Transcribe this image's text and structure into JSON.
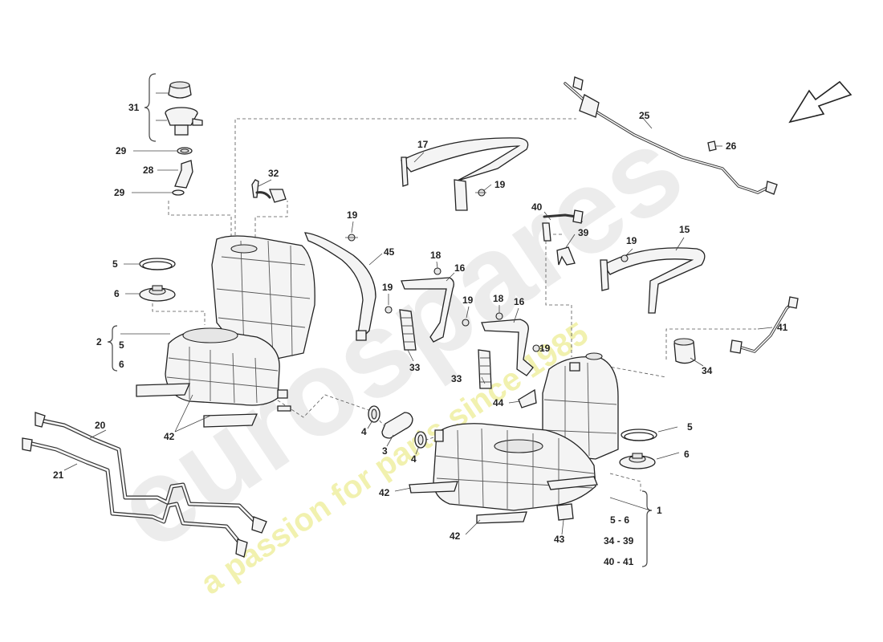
{
  "watermark": {
    "brand": "eurospares",
    "tagline": "a passion for parts since 1985",
    "brand_color": "#e4e4e4",
    "tagline_color": "#ecec9a"
  },
  "direction_arrow": "arrow-icon",
  "callouts": [
    {
      "id": "c31",
      "text": "31"
    },
    {
      "id": "c29a",
      "text": "29"
    },
    {
      "id": "c28",
      "text": "28"
    },
    {
      "id": "c29b",
      "text": "29"
    },
    {
      "id": "c32",
      "text": "32"
    },
    {
      "id": "c17",
      "text": "17"
    },
    {
      "id": "c19a",
      "text": "19"
    },
    {
      "id": "c25",
      "text": "25"
    },
    {
      "id": "c26",
      "text": "26"
    },
    {
      "id": "c19b",
      "text": "19"
    },
    {
      "id": "c45",
      "text": "45"
    },
    {
      "id": "c18a",
      "text": "18"
    },
    {
      "id": "c16a",
      "text": "16"
    },
    {
      "id": "c19c",
      "text": "19"
    },
    {
      "id": "c19d",
      "text": "19"
    },
    {
      "id": "c18b",
      "text": "18"
    },
    {
      "id": "c16b",
      "text": "16"
    },
    {
      "id": "c40",
      "text": "40"
    },
    {
      "id": "c39",
      "text": "39"
    },
    {
      "id": "c19e",
      "text": "19"
    },
    {
      "id": "c15",
      "text": "15"
    },
    {
      "id": "c5a",
      "text": "5"
    },
    {
      "id": "c6a",
      "text": "6"
    },
    {
      "id": "c2",
      "text": "2"
    },
    {
      "id": "c2_5",
      "text": "5"
    },
    {
      "id": "c2_6",
      "text": "6"
    },
    {
      "id": "c41",
      "text": "41"
    },
    {
      "id": "c34",
      "text": "34"
    },
    {
      "id": "c33a",
      "text": "33"
    },
    {
      "id": "c19f",
      "text": "19"
    },
    {
      "id": "c33b",
      "text": "33"
    },
    {
      "id": "c44",
      "text": "44"
    },
    {
      "id": "c42a",
      "text": "42"
    },
    {
      "id": "c20",
      "text": "20"
    },
    {
      "id": "c21",
      "text": "21"
    },
    {
      "id": "c4a",
      "text": "4"
    },
    {
      "id": "c3",
      "text": "3"
    },
    {
      "id": "c4b",
      "text": "4"
    },
    {
      "id": "c5b",
      "text": "5"
    },
    {
      "id": "c6b",
      "text": "6"
    },
    {
      "id": "c42b",
      "text": "42"
    },
    {
      "id": "c42c",
      "text": "42"
    },
    {
      "id": "c43",
      "text": "43"
    },
    {
      "id": "c1",
      "text": "1"
    },
    {
      "id": "c1_a",
      "text": "5 - 6"
    },
    {
      "id": "c1_b",
      "text": "34 - 39"
    },
    {
      "id": "c1_c",
      "text": "40 - 41"
    }
  ]
}
